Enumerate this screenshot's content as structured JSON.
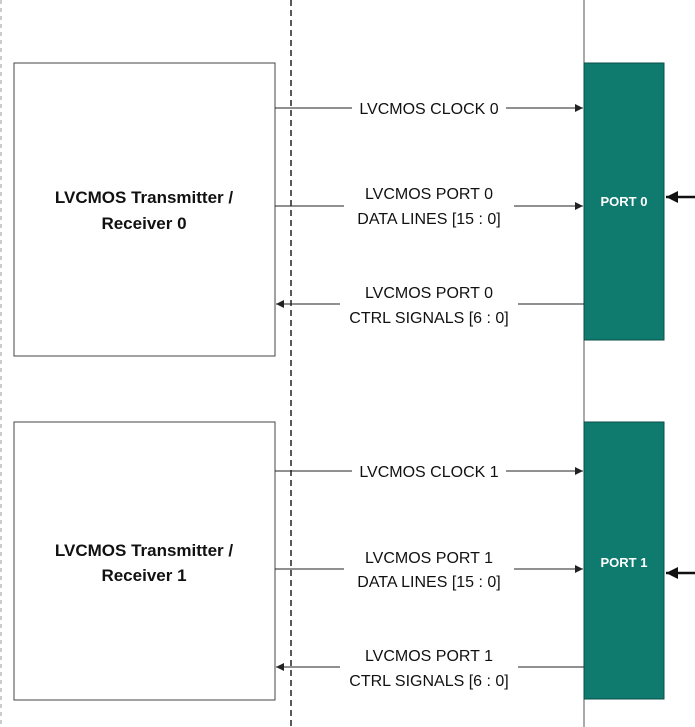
{
  "colors": {
    "port_fill": "#0f7a6e",
    "port_stroke": "#0a4f48",
    "line": "#222222",
    "border": "#444444"
  },
  "blocks": [
    {
      "title_line1": "LVCMOS Transmitter /",
      "title_line2": "Receiver 0",
      "port_label": "PORT 0",
      "clock_label": "LVCMOS CLOCK 0",
      "data_line1": "LVCMOS PORT 0",
      "data_line2": "DATA LINES [15 : 0]",
      "ctrl_line1": "LVCMOS PORT 0",
      "ctrl_line2": "CTRL SIGNALS [6 : 0]"
    },
    {
      "title_line1": "LVCMOS Transmitter /",
      "title_line2": "Receiver 1",
      "port_label": "PORT 1",
      "clock_label": "LVCMOS CLOCK 1",
      "data_line1": "LVCMOS PORT 1",
      "data_line2": "DATA LINES [15 : 0]",
      "ctrl_line1": "LVCMOS PORT 1",
      "ctrl_line2": "CTRL SIGNALS [6 : 0]"
    }
  ]
}
